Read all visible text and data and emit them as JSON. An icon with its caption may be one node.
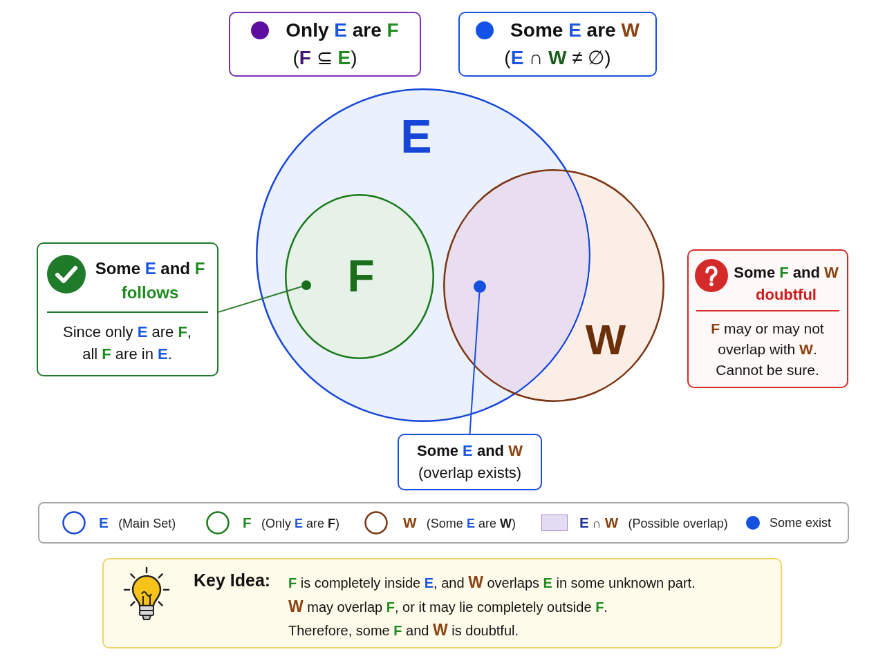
{
  "diagram": {
    "nodes": [
      {
        "text": [
          "Only **E** are **F**",
          "(**F** ⊆ **E**)"
        ]
      },
      {
        "text": [
          "Some **E** are **W**",
          "(**E** ∩ **W** ≠ ∅)"
        ]
      },
      {
        "text": [
          "E"
        ]
      },
      {
        "text": [
          "F"
        ],
        "in": 2
      },
      {
        "text": [
          "W"
        ]
      },
      {
        "text": [
          "Some **E** and **F** **follows**",
          "Since only **E** are **F**, all **F** are in **E**."
        ]
      },
      {
        "text": [],
        "shape": "circle",
        "in": 3
      },
      {
        "text": [],
        "shape": "circle"
      },
      {
        "text": [
          "Some **F** and **W** **doubtful**",
          "**F** may or may not overlap with **W**. Cannot be sure."
        ]
      },
      {
        "text": [
          "Some **E** and **W**",
          "(overlap exists)"
        ]
      },
      {
        "text": [
          "Key Idea:",
          "**F** is completely inside **E**, and **W** overlaps **E** in some unknown part.",
          "**W** may overlap **F**, or it may lie completely outside **F**.",
          "Therefore, some **F** and **W** is doubtful."
        ]
      }
    ],
    "edges": [
      {
        "from": 5,
        "to": 6,
        "arrow": "none",
        "color": "#2a7a2a"
      },
      {
        "from": 9,
        "to": 7,
        "arrow": "none",
        "color": "#1a4fe0"
      }
    ],
    "legend": [
      {
        "text": "**E** (Main Set)",
        "color": "#1546d8"
      },
      {
        "text": "**F** (Only **E** are **F**)",
        "color": "#1b7a1b"
      },
      {
        "text": "**W** (Some **E** are **W**)",
        "color": "#7a3512"
      },
      {
        "text": "**E** ∩ **W** (Possible overlap)",
        "color": "#e4dcf2"
      },
      {
        "text": "Some exist",
        "color": "#1552e0"
      }
    ]
  }
}
